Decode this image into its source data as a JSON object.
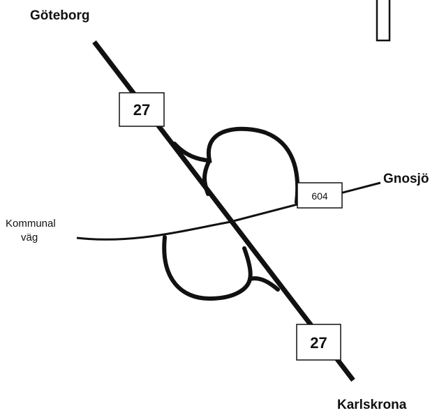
{
  "places": {
    "north": "Göteborg",
    "south": "Karlskrona",
    "east": "Gnosjö",
    "west_line1": "Kommunal",
    "west_line2": "väg"
  },
  "shields": {
    "north_route": "27",
    "south_route": "27",
    "east_route": "604"
  }
}
